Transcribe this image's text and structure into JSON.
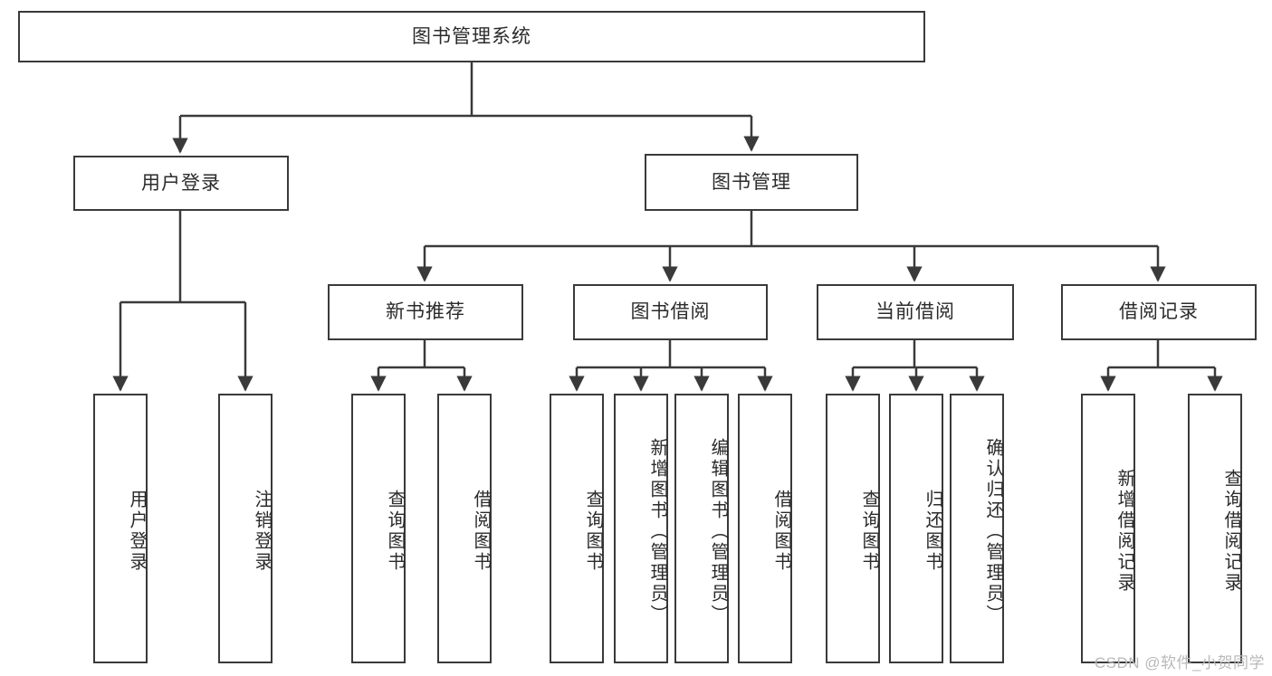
{
  "diagram": {
    "type": "tree-hierarchy",
    "title": "图书管理系统",
    "root": {
      "id": "root",
      "label": "图书管理系统"
    },
    "level1": [
      {
        "id": "user-login",
        "label": "用户登录"
      },
      {
        "id": "book-manage",
        "label": "图书管理"
      }
    ],
    "level2": [
      {
        "id": "new-book-rec",
        "label": "新书推荐",
        "parent": "book-manage"
      },
      {
        "id": "book-borrow",
        "label": "图书借阅",
        "parent": "book-manage"
      },
      {
        "id": "current-borrow",
        "label": "当前借阅",
        "parent": "book-manage"
      },
      {
        "id": "borrow-record",
        "label": "借阅记录",
        "parent": "book-manage"
      }
    ],
    "leaves": [
      {
        "id": "leaf-user-login",
        "label": "用户登录",
        "parent": "user-login"
      },
      {
        "id": "leaf-logout",
        "label": "注销登录",
        "parent": "user-login"
      },
      {
        "id": "leaf-query-book-1",
        "label": "查询图书",
        "parent": "new-book-rec"
      },
      {
        "id": "leaf-borrow-book-1",
        "label": "借阅图书",
        "parent": "new-book-rec"
      },
      {
        "id": "leaf-query-book-2",
        "label": "查询图书",
        "parent": "book-borrow"
      },
      {
        "id": "leaf-add-book",
        "label": "新增图书（管理员）",
        "parent": "book-borrow"
      },
      {
        "id": "leaf-edit-book",
        "label": "编辑图书（管理员）",
        "parent": "book-borrow"
      },
      {
        "id": "leaf-borrow-book-2",
        "label": "借阅图书",
        "parent": "book-borrow"
      },
      {
        "id": "leaf-query-book-3",
        "label": "查询图书",
        "parent": "current-borrow"
      },
      {
        "id": "leaf-return-book",
        "label": "归还图书",
        "parent": "current-borrow"
      },
      {
        "id": "leaf-confirm-return",
        "label": "确认归还（管理员）",
        "parent": "current-borrow"
      },
      {
        "id": "leaf-add-record",
        "label": "新增借阅记录",
        "parent": "borrow-record"
      },
      {
        "id": "leaf-query-record",
        "label": "查询借阅记录",
        "parent": "borrow-record"
      }
    ],
    "colors": {
      "stroke": "#3a3a3a",
      "fill": "#ffffff",
      "text": "#2b2b2b",
      "watermark": "#b9b9b9"
    }
  },
  "watermark": {
    "text": "CSDN @软件_小贺同学"
  }
}
